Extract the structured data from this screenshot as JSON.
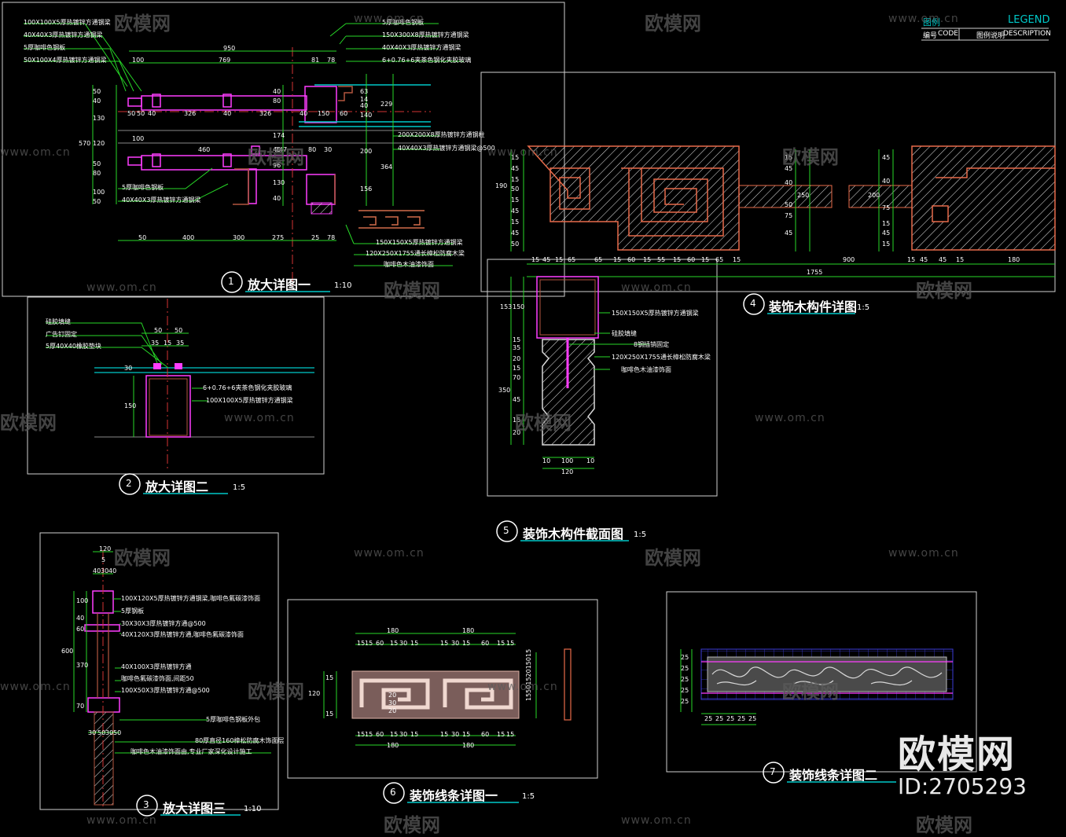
{
  "legend": {
    "title_cn": "图例",
    "title_en": "LEGEND",
    "code_cn": "编号",
    "code_en": "CODE",
    "desc_cn": "图例说明",
    "desc_en": "DESCRIPTION"
  },
  "details": [
    {
      "num": "1",
      "title": "放大详图一",
      "scale": "1:10"
    },
    {
      "num": "2",
      "title": "放大详图二",
      "scale": "1:5"
    },
    {
      "num": "3",
      "title": "放大详图三",
      "scale": "1:10"
    },
    {
      "num": "4",
      "title": "装饰木构件详图",
      "scale": "1:5"
    },
    {
      "num": "5",
      "title": "装饰木构件截面图",
      "scale": "1:5"
    },
    {
      "num": "6",
      "title": "装饰线条详图一",
      "scale": "1:5"
    },
    {
      "num": "7",
      "title": "装饰线条详图二",
      "scale": ""
    }
  ],
  "notes": {
    "d1": [
      "100X100X5厚热镀锌方通钢梁",
      "40X40X3厚热镀锌方通钢梁",
      "5厚咖啡色钢板",
      "50X100X4厚热镀锌方通钢梁",
      "5厚咖啡色钢板",
      "150X300X8厚热镀锌方通钢梁",
      "40X40X3厚热镀锌方通钢梁",
      "6+0.76+6夹茶色钢化夹胶玻璃",
      "200X200X8厚热镀锌方通钢柱",
      "40X40X3厚热镀锌方通钢梁@500",
      "5厚咖啡色钢板",
      "40X40X3厚热镀锌方通钢梁",
      "150X150X5厚热镀锌方通钢梁",
      "120X250X1755通长樟松防腐木梁",
      "咖啡色木油漆饰面"
    ],
    "d2": [
      "硅胶填缝",
      "广告钉固定",
      "5厚40X40橡胶垫块",
      "6+0.76+6夹茶色钢化夹胶玻璃",
      "100X100X5厚热镀锌方通钢梁"
    ],
    "d3": [
      "100X120X5厚热镀锌方通钢梁,咖啡色氟碳漆饰面",
      "5厚钢板",
      "30X30X3厚热镀锌方通@500",
      "40X120X3厚热镀锌方通,咖啡色氟碳漆饰面",
      "40X100X3厚热镀锌方通",
      "咖啡色氟碳漆饰面,间距50",
      "100X50X3厚热镀锌方通@500",
      "5厚咖啡色钢板外包",
      "80厚直径160樟松防腐木饰面层",
      "咖啡色木油漆饰面由,专业厂家深化设计施工"
    ],
    "d5": [
      "150X150X5厚热镀锌方通钢梁",
      "硅胶填缝",
      "8钢插销固定",
      "120X250X1755通长樟松防腐木梁",
      "咖啡色木油漆饰面"
    ]
  },
  "dims": {
    "d1_top": [
      "950",
      "769",
      "81",
      "78",
      "100"
    ],
    "d1_row": [
      "50",
      "50",
      "40",
      "326",
      "40",
      "326",
      "40",
      "150",
      "60"
    ],
    "d1_mid": [
      "100",
      "460",
      "247",
      "80",
      "30"
    ],
    "d1_bot": [
      "50",
      "400",
      "300",
      "275",
      "25",
      "78"
    ],
    "d1_left": [
      "570",
      "50",
      "40",
      "130",
      "120",
      "50",
      "80",
      "100",
      "50"
    ],
    "d1_right": [
      "40",
      "80",
      "174",
      "40",
      "96",
      "130",
      "40",
      "63",
      "14",
      "40",
      "140",
      "229",
      "200",
      "364",
      "156"
    ],
    "d2": [
      "50",
      "50",
      "35",
      "15",
      "35",
      "150",
      "30"
    ],
    "d3_top": [
      "120",
      "5",
      "40",
      "30",
      "40"
    ],
    "d3_left": [
      "600",
      "100",
      "40",
      "60",
      "370",
      "70"
    ],
    "d3_bot": [
      "30",
      "50",
      "30",
      "50"
    ],
    "d4_bot": [
      "15",
      "45",
      "15",
      "65",
      "65",
      "15",
      "60",
      "15",
      "55",
      "15",
      "60",
      "15",
      "65",
      "15",
      "900",
      "15",
      "45",
      "45",
      "15",
      "180"
    ],
    "d4_total": "1755",
    "d4_left": [
      "190",
      "15",
      "45",
      "15",
      "50",
      "15",
      "45",
      "15",
      "45",
      "50"
    ],
    "d4_right": [
      "250",
      "40",
      "15",
      "45",
      "50",
      "75",
      "45",
      "45",
      "40",
      "200",
      "75",
      "15",
      "45",
      "15"
    ],
    "d5": [
      "153",
      "150",
      "15",
      "35",
      "20",
      "15",
      "70",
      "45",
      "15",
      "20",
      "350",
      "10",
      "100",
      "10",
      "120"
    ],
    "d6_top": [
      "180",
      "180"
    ],
    "d6_seq": [
      "15",
      "15",
      "60",
      "15",
      "30",
      "15",
      "15",
      "30",
      "15",
      "60",
      "15",
      "15"
    ],
    "d6_left": [
      "15",
      "120",
      "15"
    ],
    "d6_mid": [
      "20",
      "30",
      "20"
    ],
    "d6_right": "1550152015015",
    "d7": [
      "25",
      "25",
      "25",
      "25",
      "25"
    ]
  },
  "watermark": {
    "cn": "欧模网",
    "url": "www.om.cn"
  },
  "brand": {
    "name": "欧模网",
    "id": "ID:2705293"
  }
}
